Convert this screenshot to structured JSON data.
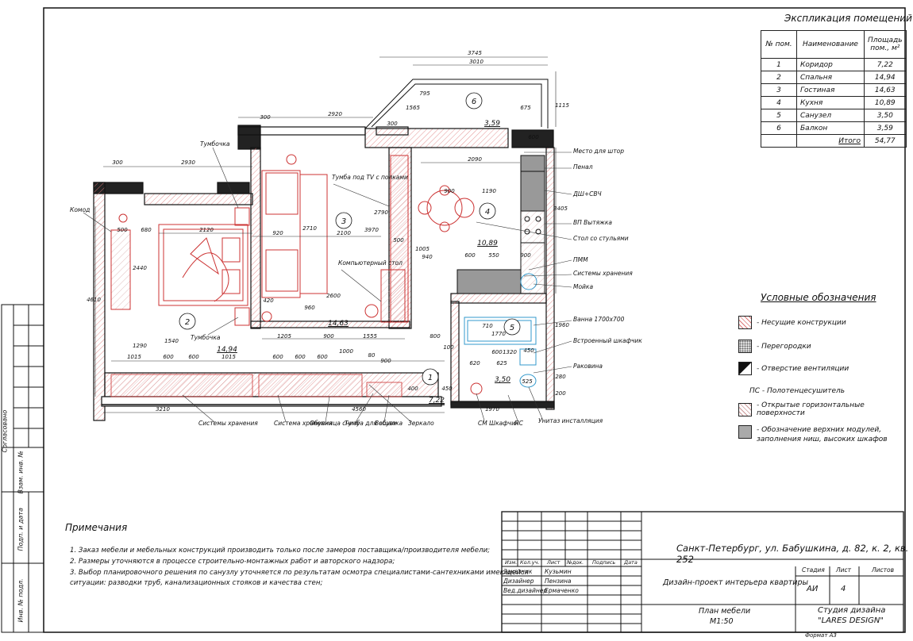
{
  "explication": {
    "title": "Экспликация помещений",
    "headers": {
      "num": "№ пом.",
      "name": "Наименование",
      "area": "Площадь пом., м²"
    },
    "rows": [
      {
        "num": "1",
        "name": "Коридор",
        "area": "7,22"
      },
      {
        "num": "2",
        "name": "Спальня",
        "area": "14,94"
      },
      {
        "num": "3",
        "name": "Гостиная",
        "area": "14,63"
      },
      {
        "num": "4",
        "name": "Кухня",
        "area": "10,89"
      },
      {
        "num": "5",
        "name": "Санузел",
        "area": "3,50"
      },
      {
        "num": "6",
        "name": "Балкон",
        "area": "3,59"
      }
    ],
    "total_label": "Итого",
    "total_value": "54,77"
  },
  "legend": {
    "title": "Условные обозначения",
    "items": [
      {
        "label": "- Несущие конструкции",
        "swatch": "hatch-red"
      },
      {
        "label": "- Перегородки",
        "swatch": "dots"
      },
      {
        "label": "- Отверстие вентиляции",
        "swatch": "vent"
      },
      {
        "label": "ПС - Полотенцесушитель",
        "swatch": "none"
      },
      {
        "label": "- Открытые горизонтальные поверхности",
        "swatch": "hatch-light"
      },
      {
        "label": "- Обозначение верхних модулей, заполнения ниш, высоких шкафов",
        "swatch": "grey"
      }
    ]
  },
  "notes": {
    "title": "Примечания",
    "items": [
      "1.   Заказ мебели и мебельных конструкций производить только после замеров поставщика/производителя мебели;",
      "2.   Размеры уточняются в процессе строительно-монтажных работ и авторского надзора;",
      "3.   Выбор планировочного решения по санузлу уточняется по результатам осмотра специалистами-сантехниками имеющейся",
      "      ситуации: разводки труб, канализационных стояков и качества стен;"
    ]
  },
  "side_stamp": [
    "Согласовано",
    "Взам. инв. №",
    "Подп. и дата",
    "Инв. № подл."
  ],
  "title_block": {
    "address": "Санкт-Петербург, ул. Бабушкина, д. 82, к. 2, кв. 252",
    "col_headers": [
      "Изм.",
      "Кол.уч.",
      "Лист",
      "№док.",
      "Подпись",
      "Дата"
    ],
    "roles": [
      {
        "role": "Заказчик",
        "name": "Кузьмин"
      },
      {
        "role": "Дизайнер",
        "name": "Пензина"
      },
      {
        "role": "Вед.дизайнер",
        "name": "Ермаченко"
      }
    ],
    "project": "Дизайн-проект интерьера квартиры",
    "stage_label": "Стадия",
    "sheet_label": "Лист",
    "sheets_label": "Листов",
    "stage": "АИ",
    "sheet": "4",
    "drawing_name": "План мебели",
    "scale": "М1:50",
    "studio_line1": "Студия дизайна",
    "studio_line2": "\"LARES DESIGN\"",
    "format": "Формат А3"
  },
  "plan": {
    "rooms": [
      "1",
      "2",
      "3",
      "4",
      "5",
      "6"
    ],
    "areas": [
      "7,22",
      "14,94",
      "14,63",
      "10,89",
      "3,50",
      "3,59"
    ],
    "dimensions": [
      "3745",
      "3010",
      "1565",
      "795",
      "675",
      "1115",
      "2920",
      "300",
      "300",
      "2930",
      "300",
      "2090",
      "600",
      "3405",
      "4610",
      "2120",
      "680",
      "500",
      "920",
      "2100",
      "2600",
      "1205",
      "900",
      "1555",
      "800",
      "1015",
      "600",
      "600",
      "1015",
      "600",
      "600",
      "600",
      "1000",
      "80",
      "900",
      "3210",
      "4560",
      "1970",
      "620",
      "600",
      "625",
      "1320",
      "1770",
      "525",
      "450",
      "400",
      "450",
      "100",
      "2440",
      "1290",
      "1540",
      "2710",
      "3970",
      "2790",
      "900",
      "1190",
      "940",
      "1005",
      "600",
      "550",
      "900",
      "420",
      "960",
      "710",
      "500",
      "1960",
      "280",
      "200"
    ],
    "labels": {
      "tumbochka_top": "Тумбочка",
      "komod": "Комод",
      "tumba_tv": "Тумба под TV с полками",
      "comp_table": "Компьютерный стол",
      "tumbochka_bottom": "Тумбочка",
      "mesto_shtor": "Место для штор",
      "penal": "Пенал",
      "dsh": "ДШ+СВЧ",
      "vp": "ВП Вытяжка",
      "stol": "Стол со стульями",
      "pmm": "ПММ",
      "sys_hr": "Системы хранения",
      "moyka": "Мойка",
      "vanna": "Ванна 1700х700",
      "vstr": "Встроенный шкафчик",
      "rakovina": "Раковина",
      "b_sys1": "Системы хранения",
      "b_sys2": "Система хранения",
      "obuvnica": "Обувница снизу",
      "tumba_obuv": "Тумба для обуви",
      "veshalka": "Вешалка",
      "zerkalo": "Зеркало",
      "sm": "СМ Шкафчик",
      "ps": "ПС",
      "unitaz": "Унитаз инсталляция"
    }
  }
}
